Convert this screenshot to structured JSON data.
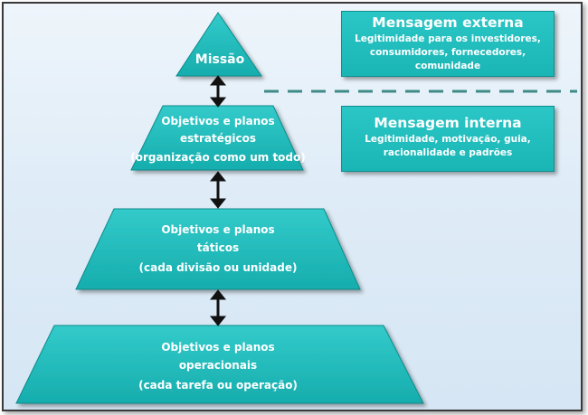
{
  "pyramid": {
    "apex": {
      "label": "Missão"
    },
    "levels": [
      {
        "lines": [
          "Objetivos e planos",
          "estratégicos",
          "(organização como um todo)"
        ]
      },
      {
        "lines": [
          "Objetivos e planos",
          "táticos",
          "(cada divisão ou unidade)"
        ]
      },
      {
        "lines": [
          "Objetivos e planos",
          "operacionais",
          "(cada tarefa ou operação)"
        ]
      }
    ]
  },
  "messages": {
    "external": {
      "title": "Mensagem externa",
      "body": "Legitimidade para os investidores,\nconsumidores, fornecedores,\ncomunidade"
    },
    "internal": {
      "title": "Mensagem interna",
      "body": "Legitimidade, motivação, guia,\nracionalidade e padrões"
    }
  },
  "colors": {
    "shape_fill": "#1fbcbc",
    "shape_stroke": "#0e8a8a",
    "arrow": "#111111",
    "divider": "#3e8a86"
  }
}
